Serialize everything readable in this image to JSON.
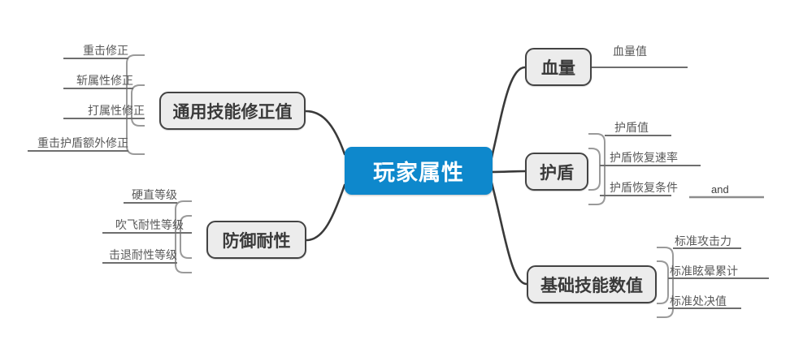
{
  "diagram": {
    "type": "mind-map",
    "title": "玩家属性",
    "center": {
      "label": "玩家属性",
      "color": "#0e88cc",
      "text_color": "#ffffff"
    },
    "branch_style": {
      "fill": "#ececec",
      "border": "#434343",
      "text_color": "#3a3a3a"
    },
    "leaf_style": {
      "text_color": "#595959",
      "underline": "#6e6e6e"
    },
    "branches": [
      {
        "id": "universal-skill-modifiers",
        "label": "通用技能修正值",
        "side": "left",
        "leaves": [
          {
            "label": "重击修正"
          },
          {
            "label": "斩属性修正"
          },
          {
            "label": "打属性修正"
          },
          {
            "label": "重击护盾额外修正"
          }
        ]
      },
      {
        "id": "defense-resistance",
        "label": "防御耐性",
        "side": "left",
        "leaves": [
          {
            "label": "硬直等级"
          },
          {
            "label": "吹飞耐性等级"
          },
          {
            "label": "击退耐性等级"
          }
        ]
      },
      {
        "id": "health",
        "label": "血量",
        "side": "right",
        "leaves": [
          {
            "label": "血量值"
          }
        ]
      },
      {
        "id": "shield",
        "label": "护盾",
        "side": "right",
        "leaves": [
          {
            "label": "护盾值"
          },
          {
            "label": "护盾恢复速率"
          },
          {
            "label": "护盾恢复条件"
          }
        ]
      },
      {
        "id": "basic-skill-values",
        "label": "基础技能数值",
        "side": "right",
        "leaves": [
          {
            "label": "标准攻击力"
          },
          {
            "label": "标准眩晕累计"
          },
          {
            "label": "标准处决值"
          }
        ]
      }
    ],
    "annotations": [
      {
        "id": "and-note",
        "label": "and"
      }
    ]
  }
}
